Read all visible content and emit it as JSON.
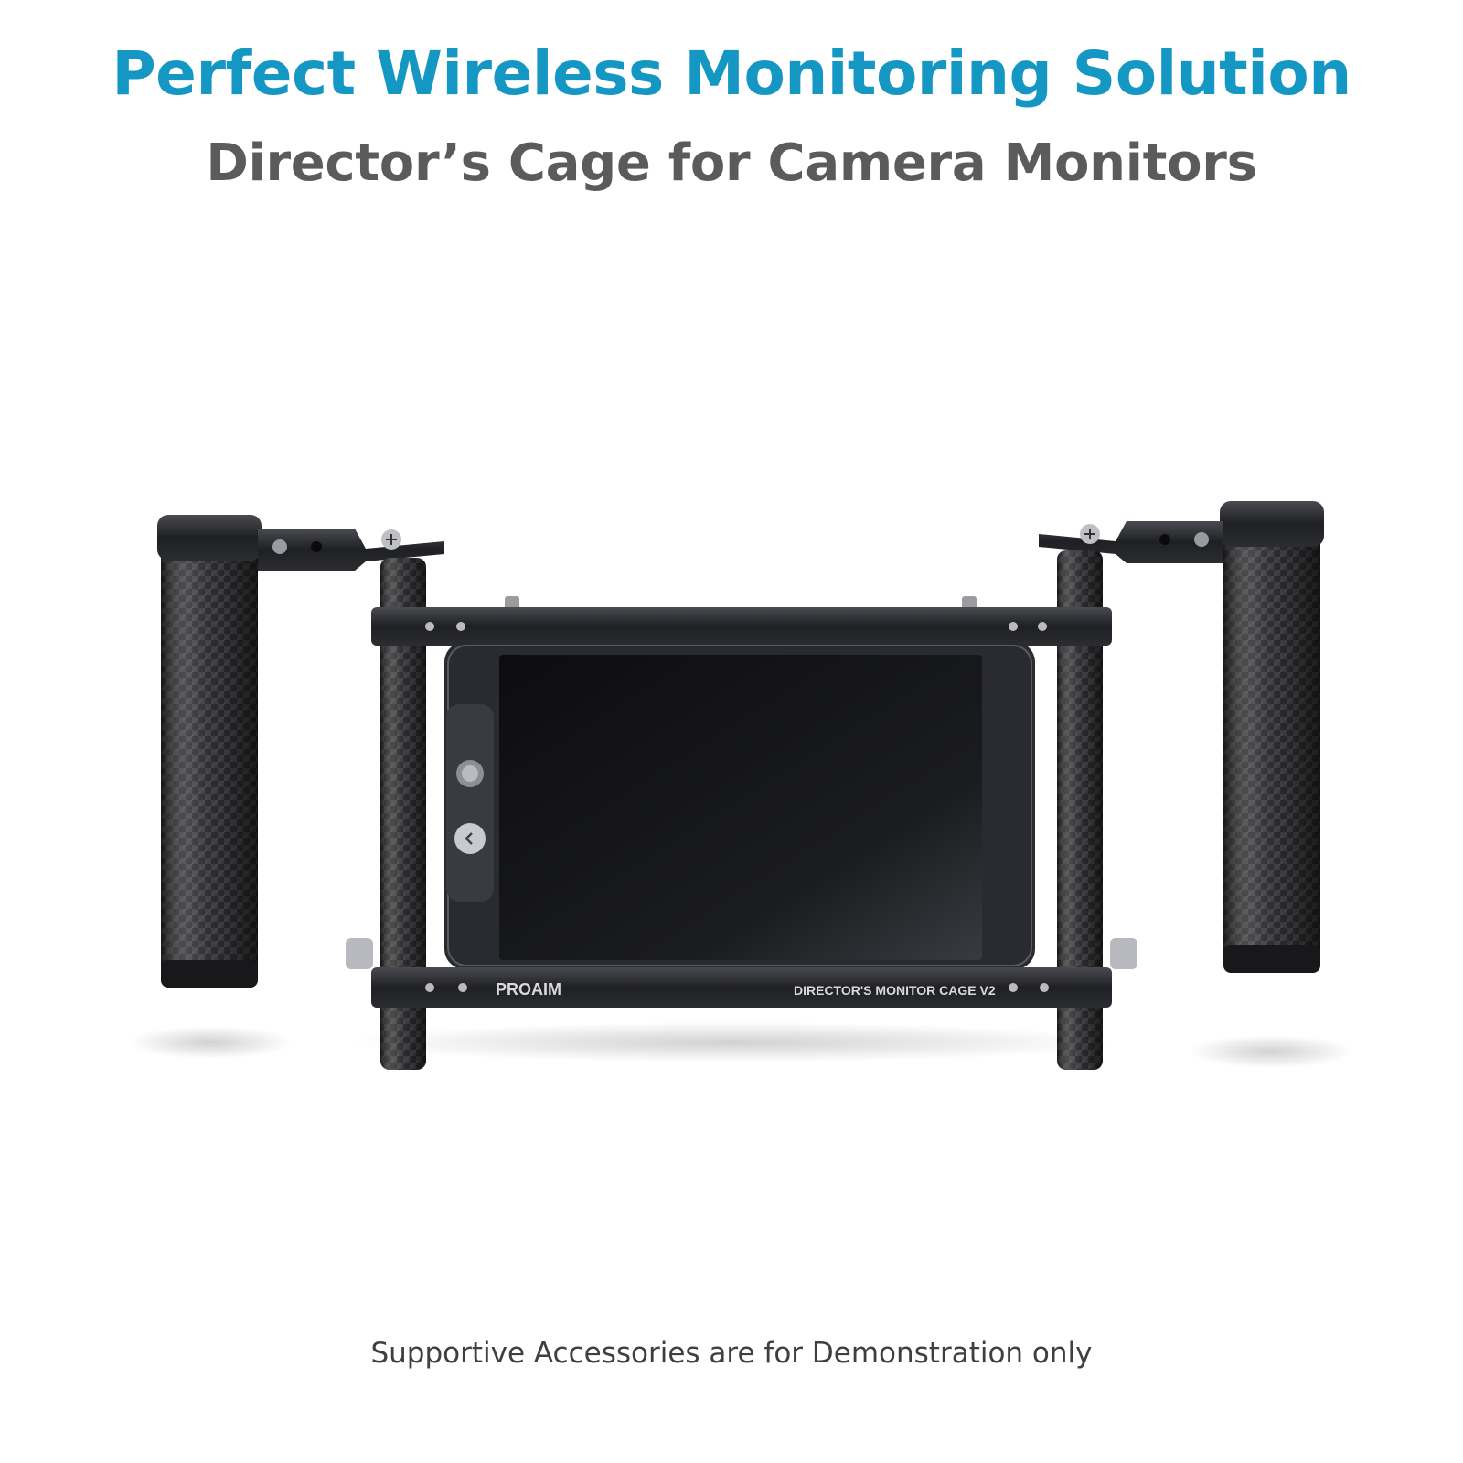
{
  "heading": {
    "title": "Perfect Wireless Monitoring Solution",
    "subtitle": "Director’s Cage for Camera Monitors"
  },
  "product": {
    "brand_logo": "PROAIM",
    "plate_label": "DIRECTOR'S MONITOR CAGE V2",
    "icons": [
      "monitor-screen-icon",
      "dial-button-icon",
      "back-button-icon"
    ]
  },
  "footnote": "Supportive Accessories are for Demonstration only",
  "colors": {
    "title": "#1597c4",
    "subtitle": "#5b5b5b",
    "footnote": "#3f3f3f",
    "background": "#ffffff"
  }
}
